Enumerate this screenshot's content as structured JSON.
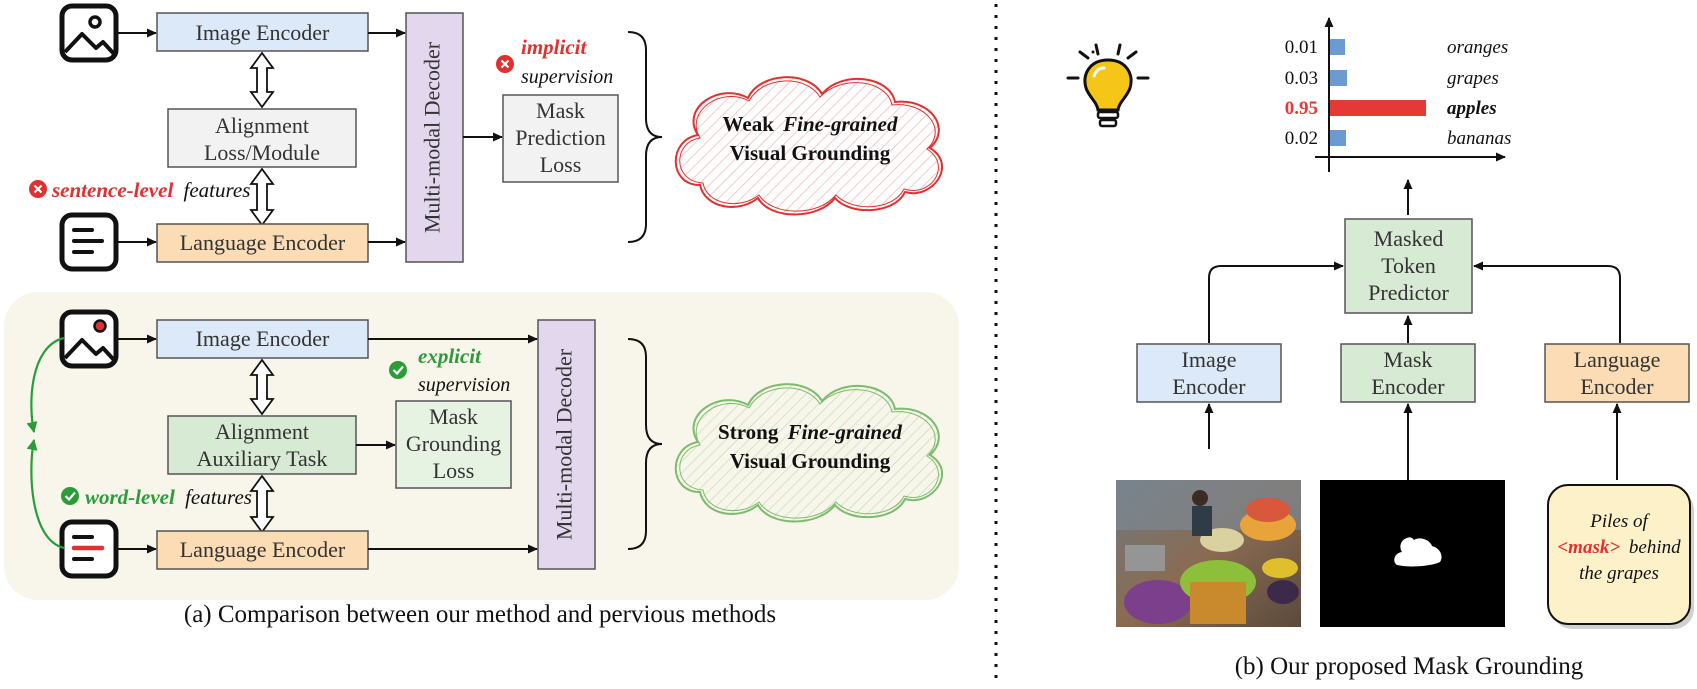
{
  "colors": {
    "image_encoder": "#dce9f8",
    "language_encoder": "#fbdcb5",
    "decoder": "#e2d7ec",
    "alignment_loss": "#f2f2f2",
    "alignment_task": "#d7ead3",
    "mask_grounding_loss": "#e6f3e3",
    "mask_encoder": "#d7ead3",
    "token_predictor": "#d7ead3",
    "text_bubble": "#fdf1c9",
    "panel_bg": "#f8f5ea",
    "red": "#e03131",
    "green": "#2a9d3a",
    "bar_blue": "#6b9bd1",
    "bar_red": "#e53935",
    "bulb": "#f5c518"
  },
  "panel_a": {
    "top": {
      "image_encoder": "Image Encoder",
      "alignment_line1": "Alignment",
      "alignment_line2": "Loss/Module",
      "sentence_level": "sentence-level",
      "features": "features",
      "language_encoder": "Language Encoder",
      "decoder": "Multi-modal Decoder",
      "implicit": "implicit",
      "supervision": "supervision",
      "loss_line1": "Mask",
      "loss_line2": "Prediction",
      "loss_line3": "Loss",
      "cloud_weak": "Weak",
      "cloud_fine": "Fine-grained",
      "cloud_visual": "Visual Grounding"
    },
    "bottom": {
      "image_encoder": "Image Encoder",
      "alignment_line1": "Alignment",
      "alignment_line2": "Auxiliary Task",
      "word_level": "word-level",
      "features": "features",
      "language_encoder": "Language Encoder",
      "decoder": "Multi-modal Decoder",
      "explicit": "explicit",
      "supervision": "supervision",
      "loss_line1": "Mask",
      "loss_line2": "Grounding",
      "loss_line3": "Loss",
      "cloud_strong": "Strong",
      "cloud_fine": "Fine-grained",
      "cloud_visual": "Visual Grounding"
    },
    "caption": "(a) Comparison between our method and pervious methods"
  },
  "panel_b": {
    "chart_data": {
      "type": "bar",
      "orientation": "horizontal",
      "categories": [
        "oranges",
        "grapes",
        "apples",
        "bananas"
      ],
      "values": [
        0.01,
        0.03,
        0.95,
        0.02
      ],
      "value_labels": [
        "0.01",
        "0.03",
        "0.95",
        "0.02"
      ],
      "highlight": "apples",
      "xlim": [
        0,
        1.2
      ]
    },
    "predictor_line1": "Masked",
    "predictor_line2": "Token",
    "predictor_line3": "Predictor",
    "image_encoder_line1": "Image",
    "image_encoder_line2": "Encoder",
    "mask_encoder_line1": "Mask",
    "mask_encoder_line2": "Encoder",
    "language_encoder_line1": "Language",
    "language_encoder_line2": "Encoder",
    "text_line1": "Piles of",
    "text_mask": "<mask>",
    "text_behind": "behind",
    "text_line3": "the grapes",
    "caption": "(b) Our proposed Mask Grounding"
  }
}
